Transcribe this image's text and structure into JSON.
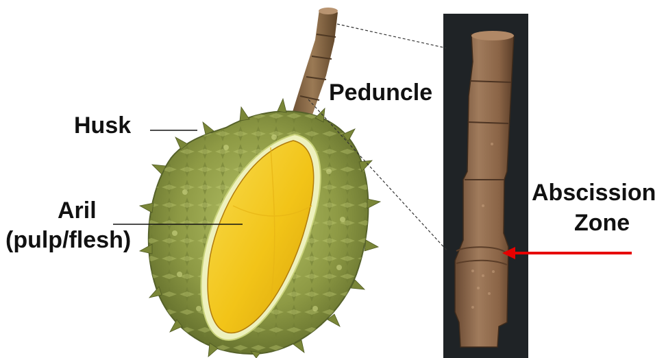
{
  "labels": {
    "husk": "Husk",
    "aril": "Aril",
    "aril_sub": "(pulp/flesh)",
    "peduncle": "Peduncle",
    "abscission_line1": "Abscission",
    "abscission_line2": "Zone"
  },
  "colors": {
    "husk_dark": "#5f6b2a",
    "husk_light": "#a8b55a",
    "rind": "#e8ecb0",
    "aril": "#f2c418",
    "aril_light": "#f8dc50",
    "stem": "#8a6a48",
    "photo_background": "#1f2326",
    "arrow": "#e60000"
  },
  "icons": {
    "durian_fruit": "durian-illustration",
    "peduncle_photo": "peduncle-stem-illustration",
    "arrow": "red-arrow-icon"
  }
}
